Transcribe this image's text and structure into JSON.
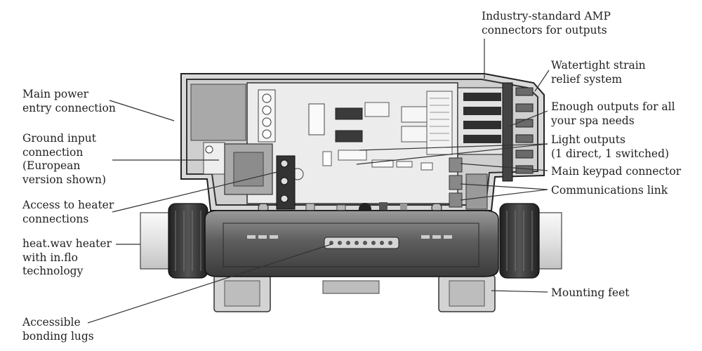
{
  "labels": {
    "main_power": [
      "Main power",
      "entry connection"
    ],
    "ground": [
      "Ground input",
      "connection",
      "(European",
      "version shown)"
    ],
    "heater_access": [
      "Access to heater",
      "connections"
    ],
    "heater": [
      "heat.wav heater",
      "with in.flo",
      "technology"
    ],
    "bonding": [
      "Accessible",
      "bonding lugs"
    ],
    "amp": [
      "Industry-standard AMP",
      "connectors for outputs"
    ],
    "strain": [
      "Watertight strain",
      "relief system"
    ],
    "outputs": [
      "Enough outputs for all",
      "your spa needs"
    ],
    "light": [
      "Light outputs",
      "(1 direct, 1 switched)"
    ],
    "keypad": [
      "Main keypad connector"
    ],
    "comms": [
      "Communications link"
    ],
    "feet": [
      "Mounting feet"
    ]
  },
  "colors": {
    "text": "#222222",
    "leader": "#333333",
    "housing": "#d9d9d9",
    "board": "#ececec",
    "dark": "#3a3a3a"
  }
}
